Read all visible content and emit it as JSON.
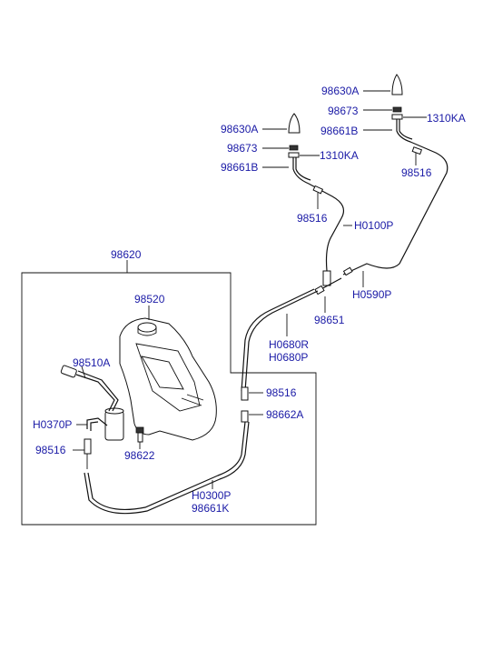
{
  "diagram": {
    "labels": {
      "nozzle_a_right": "98630A",
      "packing_right": "98673",
      "hose_right": "98661B",
      "clip_right": "1310KA",
      "nozzle_a_left": "98630A",
      "packing_left": "98673",
      "clip_left": "1310KA",
      "hose_left": "98661B",
      "connector_right": "98516",
      "connector_mid": "98516",
      "hose_h0100p": "H0100P",
      "reservoir_assy": "98620",
      "hose_h0590p": "H0590P",
      "reservoir": "98520",
      "joint": "98651",
      "hose_h0680": "H0680R",
      "hose_h0680b": "H0680P",
      "pump": "98510A",
      "connector_box": "98516",
      "hose_98662a": "98662A",
      "hose_h0370p": "H0370P",
      "connector_lower": "98516",
      "grommet": "98622",
      "hose_h0300p": "H0300P",
      "hose_98661k": "98661K"
    }
  }
}
